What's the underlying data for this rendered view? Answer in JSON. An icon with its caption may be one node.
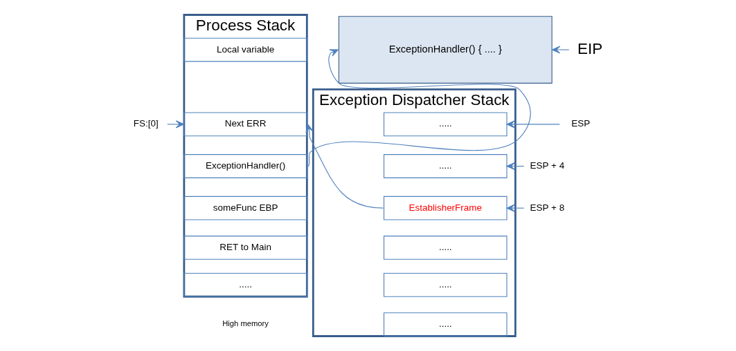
{
  "diagram": {
    "nodes": [
      {
        "text": [
          "Process Stack"
        ],
        "beside": [
          "High memory"
        ]
      },
      {
        "text": [
          "Local variable"
        ],
        "in": 0
      },
      {
        "text": [
          "Next ERR"
        ],
        "in": 0
      },
      {
        "text": [
          "ExceptionHandler()"
        ],
        "in": 0
      },
      {
        "text": [
          "someFunc EBP"
        ],
        "in": 0
      },
      {
        "text": [
          "RET to Main"
        ],
        "in": 0
      },
      {
        "text": [
          "....."
        ],
        "in": 0
      },
      {
        "text": [
          "FS:[0]"
        ]
      },
      {
        "text": [
          "ExceptionHandler() { .... }"
        ]
      },
      {
        "text": [
          "EIP"
        ]
      },
      {
        "text": [
          "Exception Dispatcher Stack"
        ]
      },
      {
        "text": [
          "....."
        ],
        "in": 10
      },
      {
        "text": [
          "....."
        ],
        "in": 10
      },
      {
        "text": [
          "EstablisherFrame"
        ],
        "in": 10
      },
      {
        "text": [
          "....."
        ],
        "in": 10
      },
      {
        "text": [
          "....."
        ],
        "in": 10
      },
      {
        "text": [
          "....."
        ],
        "in": 10
      },
      {
        "text": [
          "ESP"
        ]
      },
      {
        "text": [
          "ESP + 4"
        ]
      },
      {
        "text": [
          "ESP + 8"
        ]
      }
    ],
    "edges": [
      {
        "from": 7,
        "to": 2,
        "arrow": "to"
      },
      {
        "from": 3,
        "to": 8,
        "arrow": "to"
      },
      {
        "from": 13,
        "to": 2,
        "arrow": "to"
      },
      {
        "from": 9,
        "to": 8,
        "arrow": "to"
      },
      {
        "from": 17,
        "to": 11,
        "arrow": "to"
      },
      {
        "from": 18,
        "to": 12,
        "arrow": "to"
      },
      {
        "from": 19,
        "to": 13,
        "arrow": "to"
      }
    ]
  }
}
